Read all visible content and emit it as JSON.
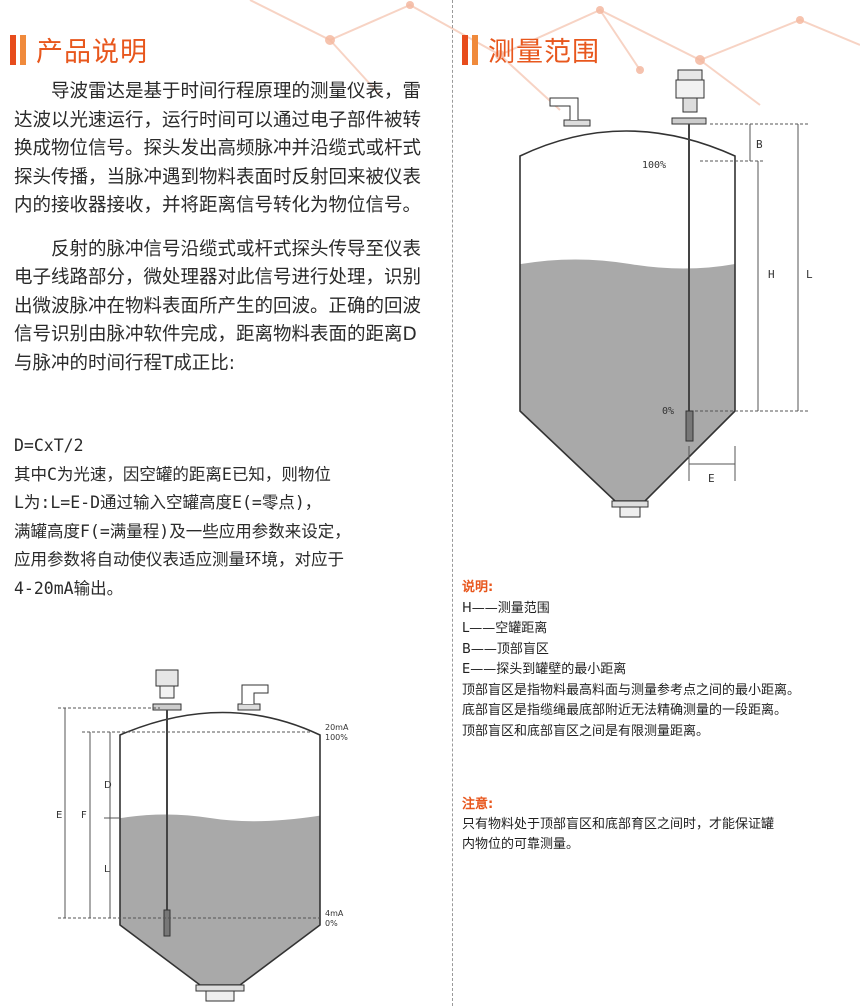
{
  "left": {
    "heading": "产品说明",
    "paragraphs": [
      "导波雷达是基于时间行程原理的测量仪表，雷达波以光速运行，运行时间可以通过电子部件被转换成物位信号。探头发出高频脉冲并沿缆式或杆式探头传播，当脉冲遇到物料表面时反射回来被仪表内的接收器接收，并将距离信号转化为物位信号。",
      "反射的脉冲信号沿缆式或杆式探头传导至仪表电子线路部分，微处理器对此信号进行处理，识别出微波脉冲在物料表面所产生的回波。正确的回波信号识别由脉冲软件完成，距离物料表面的距离D与脉冲的时间行程T成正比:"
    ],
    "formula_lines": [
      "D=CxT/2",
      "其中C为光速，因空罐的距离E已知，则物位",
      "L为:L=E-D通过输入空罐高度E(=零点)，",
      "满罐高度F(=满量程)及一些应用参数来设定，",
      "应用参数将自动使仪表适应测量环境，对应于",
      "4-20mA输出。"
    ],
    "diagram_labels": {
      "E": "E",
      "F": "F",
      "D": "D",
      "L": "L",
      "top_ma": "20mA",
      "top_pct": "100%",
      "bottom_ma": "4mA",
      "bottom_pct": "0%"
    }
  },
  "right": {
    "heading": "测量范围",
    "diagram_labels": {
      "B": "B",
      "H": "H",
      "L": "L",
      "E": "E",
      "top_pct": "100%",
      "bottom_pct": "0%"
    },
    "notes_title": "说明:",
    "notes": [
      "H——测量范围",
      "L——空罐距离",
      "B——顶部盲区",
      "E——探头到罐壁的最小距离",
      "顶部盲区是指物料最高料面与测量参考点之间的最小距离。",
      "底部盲区是指缆绳最底部附近无法精确测量的一段距离。",
      "顶部盲区和底部盲区之间是有限测量距离。"
    ],
    "notice_title": "注意:",
    "notice_lines": [
      "只有物料处于顶部盲区和底部育区之间时，才能保证罐",
      "内物位的可靠测量。"
    ]
  },
  "colors": {
    "accent": "#e8571d",
    "accent_light": "#f08a3c",
    "material": "#a9a9a9"
  }
}
